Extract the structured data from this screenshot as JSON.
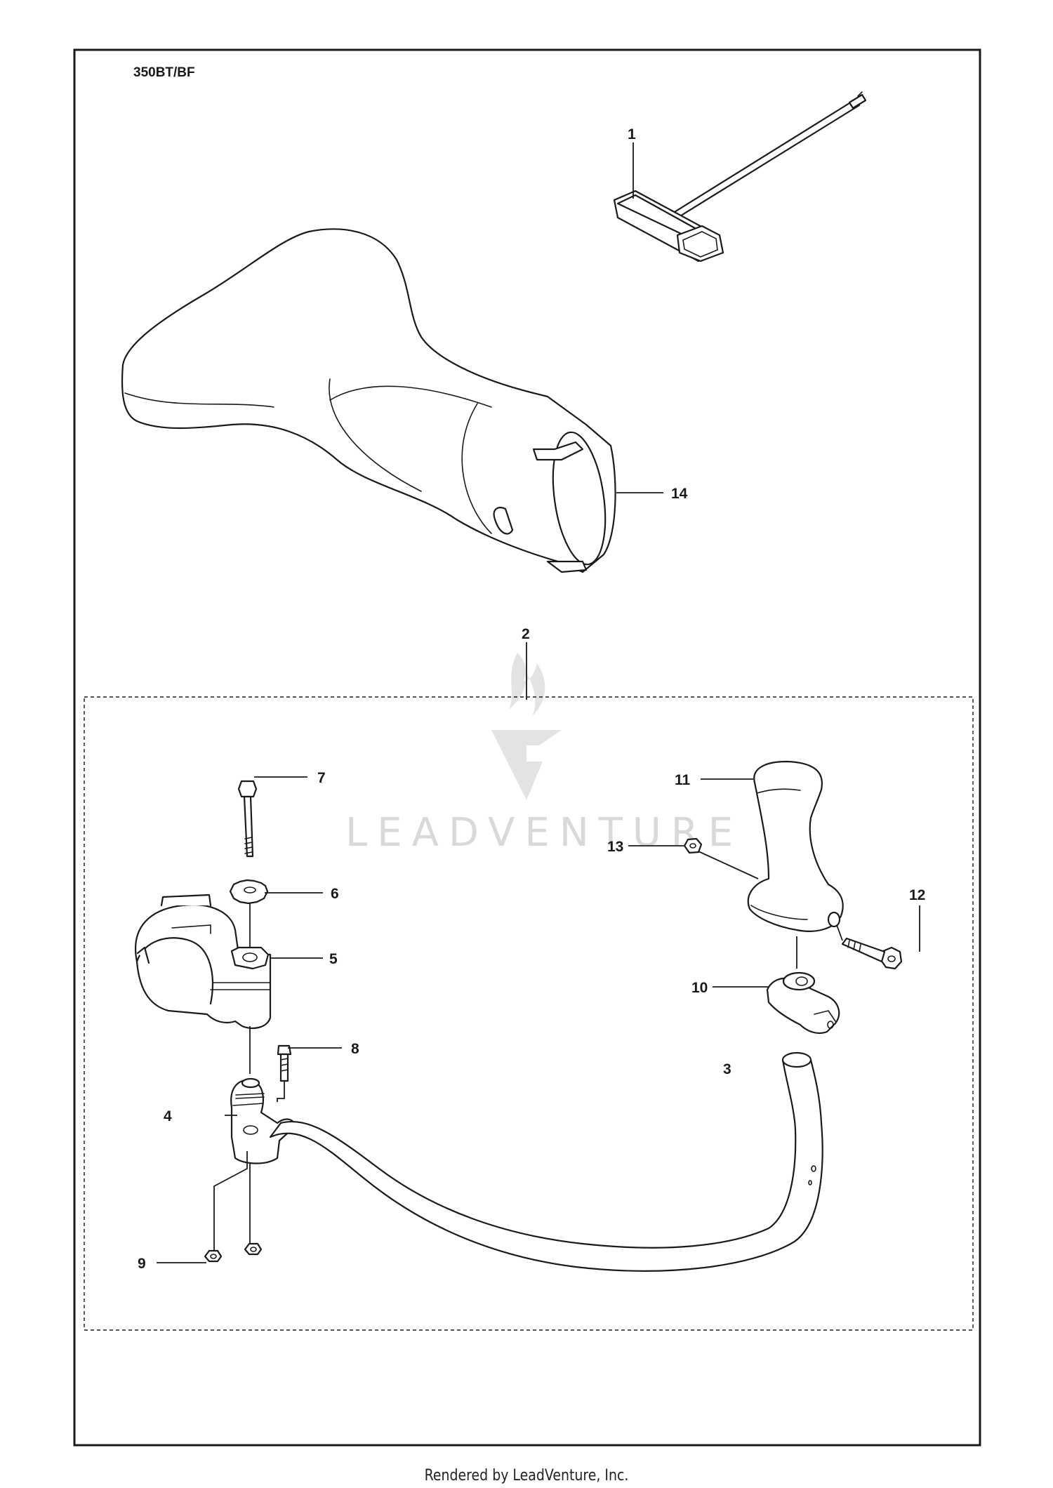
{
  "diagram": {
    "model": "350BT/BF",
    "watermark": "LEADVENTURE",
    "callouts": {
      "p1": "1",
      "p2": "2",
      "p3": "3",
      "p4": "4",
      "p5": "5",
      "p6": "6",
      "p7": "7",
      "p8": "8",
      "p9": "9",
      "p10": "10",
      "p11": "11",
      "p12": "12",
      "p13": "13",
      "p14": "14"
    },
    "footer": "Rendered by LeadVenture, Inc."
  }
}
